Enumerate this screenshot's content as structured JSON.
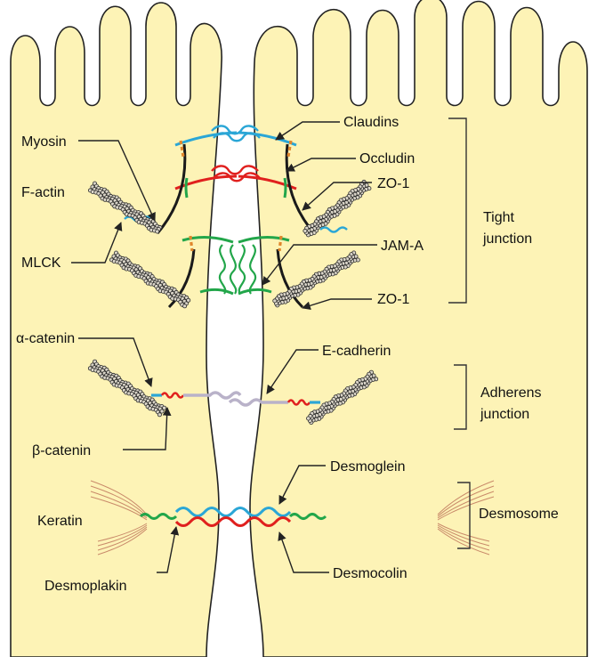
{
  "labels": {
    "claudins": "Claudins",
    "myosin": "Myosin",
    "occludin": "Occludin",
    "f_actin": "F-actin",
    "zo1_top": "ZO-1",
    "mlck": "MLCK",
    "jam_a": "JAM-A",
    "zo1_bottom": "ZO-1",
    "alpha_catenin": "α-catenin",
    "e_cadherin": "E-cadherin",
    "beta_catenin": "β-catenin",
    "desmoglein": "Desmoglein",
    "keratin": "Keratin",
    "desmoplakin": "Desmoplakin",
    "desmocolin": "Desmocolin"
  },
  "groups": {
    "tight_line1": "Tight",
    "tight_line2": "junction",
    "adherens_line1": "Adherens",
    "adherens_line2": "junction",
    "desmosome": "Desmosome"
  },
  "colors": {
    "cytoplasm": "#fdf3b6",
    "cell_outline": "#222222",
    "claudin": "#2aa6d6",
    "occludin": "#e0201e",
    "zo1": "#22a64a",
    "mlck": "#2aa6d6",
    "cadherin": "#b9b2c9",
    "myosin_cap": "#e0862c",
    "bracket": "#333333"
  }
}
